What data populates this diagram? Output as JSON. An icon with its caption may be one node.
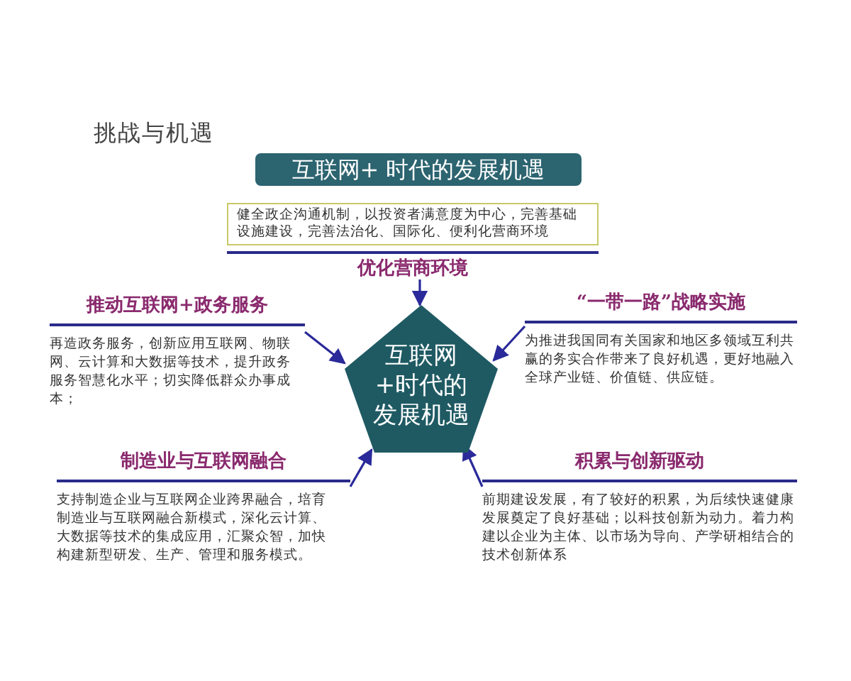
{
  "diagram": {
    "title": "挑战与机遇",
    "nodes": [
      {
        "text": [
          "互联网+ 时代的发展机遇"
        ]
      },
      {
        "text": [
          "健全政企沟通机制，以投资者满意度为中心，完善基础设施建设，完善法治化、国际化、便利化营商环境",
          "优化营商环境"
        ]
      },
      {
        "text": [
          "推动互联网+政务服务",
          "再造政务服务，创新应用互联网、物联网、云计算和大数据等技术，提升政务服务智慧化水平；切实降低群众办事成本；"
        ]
      },
      {
        "text": [
          "“一带一路”战略实施",
          "为推进我国同有关国家和地区多领域互利共赢的务实合作带来了良好机遇，更好地融入全球产业链、价值链、供应链。"
        ]
      },
      {
        "text": [
          "互联网+时代的发展机遇"
        ]
      },
      {
        "text": [
          "制造业与互联网融合",
          "支持制造企业与互联网企业跨界融合，培育制造业与互联网融合新模式，深化云计算、大数据等技术的集成应用，汇聚众智，加快构建新型研发、生产、管理和服务模式。"
        ]
      },
      {
        "text": [
          "积累与创新驱动",
          "前期建设发展，有了较好的积累，为后续快速健康发展奠定了良好基础；以科技创新为动力。着力构建以企业为主体、以市场为导向、产学研相结合的技术创新体系"
        ]
      }
    ],
    "edges": [
      {
        "from": 1,
        "to": 4,
        "arrow": "to"
      },
      {
        "from": 2,
        "to": 4,
        "arrow": "to"
      },
      {
        "from": 3,
        "to": 4,
        "arrow": "to"
      },
      {
        "from": 5,
        "to": 4,
        "arrow": "to"
      },
      {
        "from": 6,
        "to": 4,
        "arrow": "to"
      }
    ]
  }
}
